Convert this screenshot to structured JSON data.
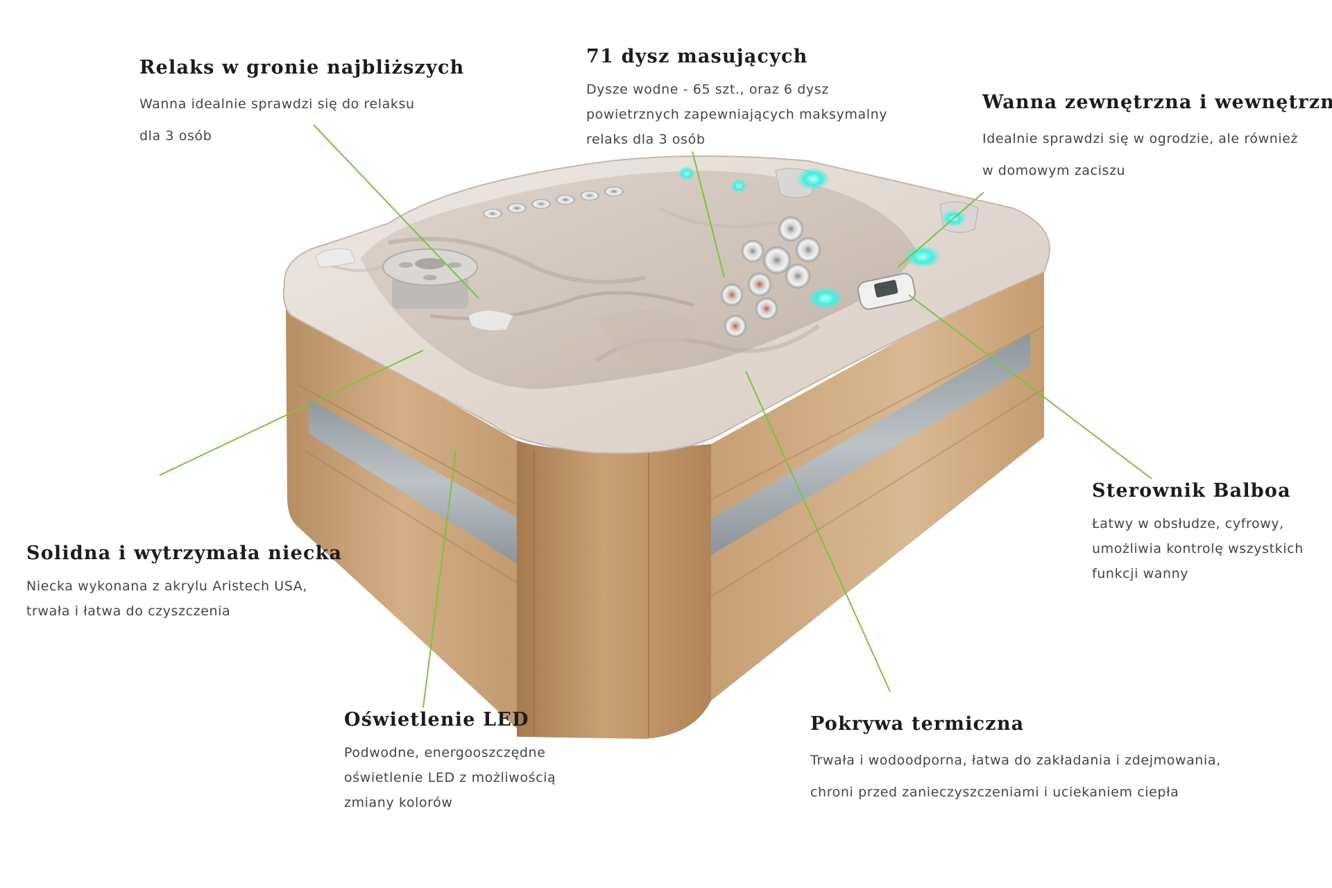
{
  "colors": {
    "leader_line": "#7cc242",
    "heading": "#1c1c1c",
    "body_text": "#444444",
    "acrylic": "#e7dfd9",
    "wood": "#c9a37b",
    "accent_band": "#a7aeb4",
    "led_glow": "#3ff0e0"
  },
  "callouts": {
    "relax": {
      "title": "Relaks w gronie najbliższych",
      "line1": "Wanna idealnie sprawdzi się do relaksu",
      "line2": "dla 3 osób"
    },
    "jets": {
      "title": "71 dysz masujących",
      "line1": "Dysze wodne - 65 szt., oraz 6 dysz",
      "line2": "powietrznych zapewniających maksymalny",
      "line3": "relaks dla 3 osób"
    },
    "outdoor": {
      "title": "Wanna zewnętrzna i wewnętrzna",
      "line1": "Idealnie sprawdzi się w ogrodzie, ale również",
      "line2": "w domowym zaciszu"
    },
    "shell": {
      "title": "Solidna i wytrzymała niecka",
      "line1": "Niecka wykonana z akrylu Aristech USA,",
      "line2": "trwała i łatwa do czyszczenia"
    },
    "control": {
      "title": "Sterownik Balboa",
      "line1": "Łatwy w obsłudze, cyfrowy,",
      "line2": "umożliwia kontrolę wszystkich",
      "line3": "funkcji wanny"
    },
    "led": {
      "title": "Oświetlenie LED",
      "line1": "Podwodne, energooszczędne",
      "line2": "oświetlenie LED z możliwością",
      "line3": "zmiany kolorów"
    },
    "cover": {
      "title": "Pokrywa termiczna",
      "line1": "Trwała i wodoodporna, łatwa do zakładania i zdejmowania,",
      "line2": "chroni przed zanieczyszczeniami i uciekaniem ciepła"
    }
  }
}
